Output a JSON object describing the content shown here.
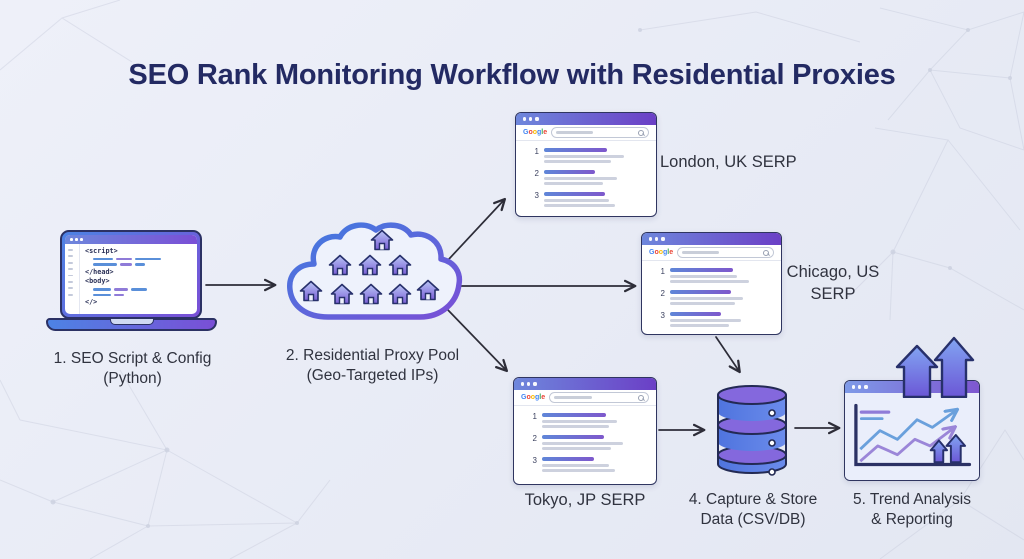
{
  "title": "SEO Rank Monitoring Workflow with Residential Proxies",
  "nodes": {
    "laptop": {
      "label_line1": "1. SEO Script & Config",
      "label_line2": "(Python)",
      "code": [
        "<script>",
        "</head>",
        "<body>",
        "</>"
      ]
    },
    "cloud": {
      "label_line1": "2. Residential Proxy Pool",
      "label_line2": "(Geo-Targeted IPs)"
    },
    "serp_london": {
      "label": "London, UK SERP"
    },
    "serp_chicago": {
      "label_line1": "Chicago, US",
      "label_line2": "SERP"
    },
    "serp_tokyo": {
      "label": "Tokyo, JP SERP"
    },
    "database": {
      "label_line1": "4. Capture & Store",
      "label_line2": "Data (CSV/DB)"
    },
    "chart": {
      "label_line1": "5. Trend Analysis",
      "label_line2": "& Reporting"
    }
  },
  "google": {
    "letters": [
      "G",
      "o",
      "o",
      "g",
      "l",
      "e"
    ]
  },
  "serp": {
    "result_numbers": [
      "1",
      "2",
      "3"
    ]
  },
  "icons": {
    "house": "house-icon in proxy cloud",
    "magnifier": "search magnifier in SERP bar",
    "window_dots": "browser traffic-light dots",
    "up_arrows": "growth arrows on report"
  },
  "colors": {
    "background": "#e9ecf6",
    "title_text": "#232a63",
    "outline_navy": "#2b3164",
    "gradient_blue": "#4d83e4",
    "gradient_purple": "#7a4fd6",
    "titlebar_blue": "#6e87dc",
    "titlebar_purple": "#6b3fc6",
    "db_body_blue": "#5b7ce0",
    "db_top_purple": "#8468dd",
    "trend_line_blue": "#6aa0dc",
    "trend_line_purple": "#9b86d8",
    "google_blue": "#4285F4",
    "google_red": "#EA4335",
    "google_yellow": "#FBBC05",
    "google_green": "#34A853"
  }
}
